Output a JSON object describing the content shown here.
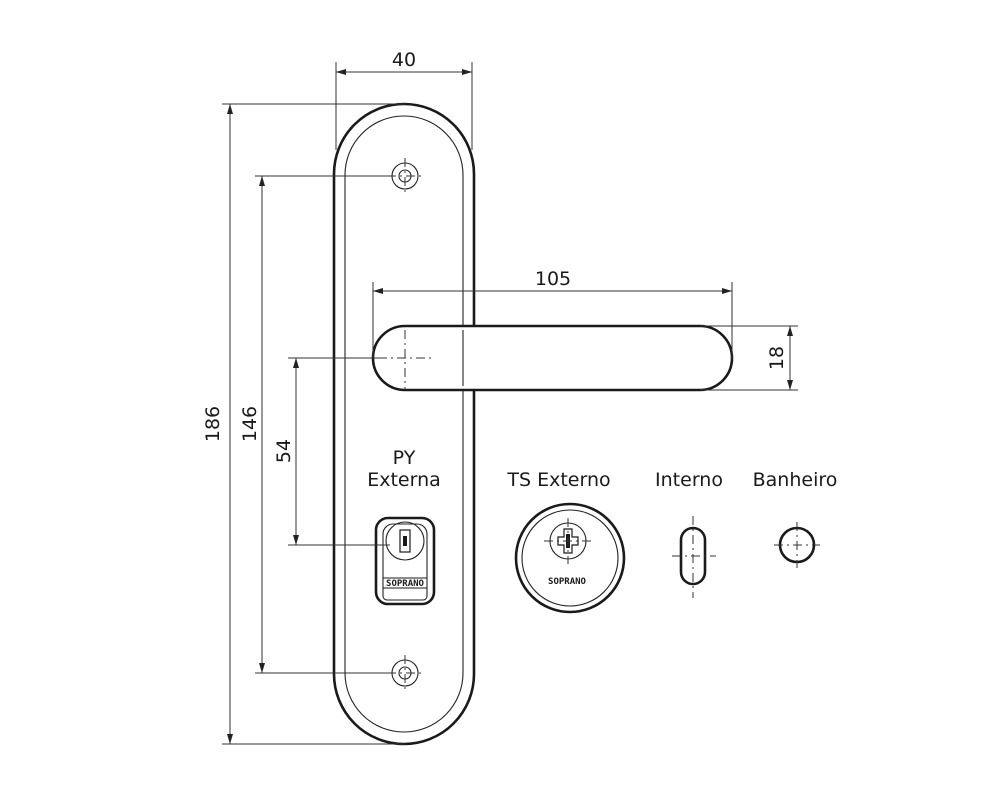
{
  "dimensions": {
    "plate_width": "40",
    "total_height": "186",
    "screw_spacing": "146",
    "handle_to_cylinder": "54",
    "handle_length": "105",
    "handle_thickness": "18"
  },
  "labels": {
    "py_line1": "PY",
    "py_line2": "Externa",
    "ts_externo": "TS Externo",
    "interno": "Interno",
    "banheiro": "Banheiro"
  },
  "brand": {
    "py_plate": "SOPRANO",
    "ts_rosette": "SOPRANO"
  }
}
